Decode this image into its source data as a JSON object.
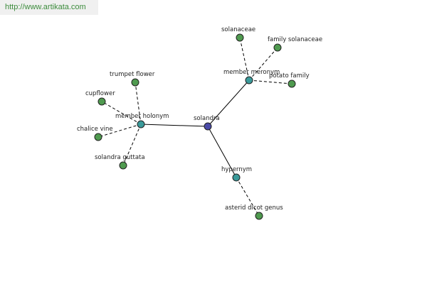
{
  "banner": {
    "url": "http://www.artikata.com"
  },
  "colors": {
    "root": "#4a4aa8",
    "relation": "#3a9a9a",
    "leaf": "#4f9a4f",
    "banner_text": "#3c8c3c"
  },
  "graph": {
    "nodes": [
      {
        "id": "solandra",
        "label": "solandra",
        "kind": "root"
      },
      {
        "id": "member-holonym",
        "label": "member holonym",
        "kind": "relation"
      },
      {
        "id": "member-meronym",
        "label": "member meronym",
        "kind": "relation"
      },
      {
        "id": "hypernym",
        "label": "hypernym",
        "kind": "relation"
      },
      {
        "id": "trumpet-flower",
        "label": "trumpet flower",
        "kind": "leaf"
      },
      {
        "id": "cupflower",
        "label": "cupflower",
        "kind": "leaf"
      },
      {
        "id": "chalice-vine",
        "label": "chalice vine",
        "kind": "leaf"
      },
      {
        "id": "solandra-guttata",
        "label": "solandra guttata",
        "kind": "leaf"
      },
      {
        "id": "solanaceae",
        "label": "solanaceae",
        "kind": "leaf"
      },
      {
        "id": "family-solanaceae",
        "label": "family solanaceae",
        "kind": "leaf"
      },
      {
        "id": "potato-family",
        "label": "potato family",
        "kind": "leaf"
      },
      {
        "id": "asterid-dicot-genus",
        "label": "asterid dicot genus",
        "kind": "leaf"
      }
    ],
    "edges": [
      {
        "from": "solandra",
        "to": "member-holonym",
        "style": "solid"
      },
      {
        "from": "solandra",
        "to": "member-meronym",
        "style": "solid"
      },
      {
        "from": "solandra",
        "to": "hypernym",
        "style": "solid"
      },
      {
        "from": "member-holonym",
        "to": "trumpet-flower",
        "style": "dashed"
      },
      {
        "from": "member-holonym",
        "to": "cupflower",
        "style": "dashed"
      },
      {
        "from": "member-holonym",
        "to": "chalice-vine",
        "style": "dashed"
      },
      {
        "from": "member-holonym",
        "to": "solandra-guttata",
        "style": "dashed"
      },
      {
        "from": "member-meronym",
        "to": "solanaceae",
        "style": "dashed"
      },
      {
        "from": "member-meronym",
        "to": "family-solanaceae",
        "style": "dashed"
      },
      {
        "from": "member-meronym",
        "to": "potato-family",
        "style": "dashed"
      },
      {
        "from": "hypernym",
        "to": "asterid-dicot-genus",
        "style": "dashed"
      }
    ]
  }
}
